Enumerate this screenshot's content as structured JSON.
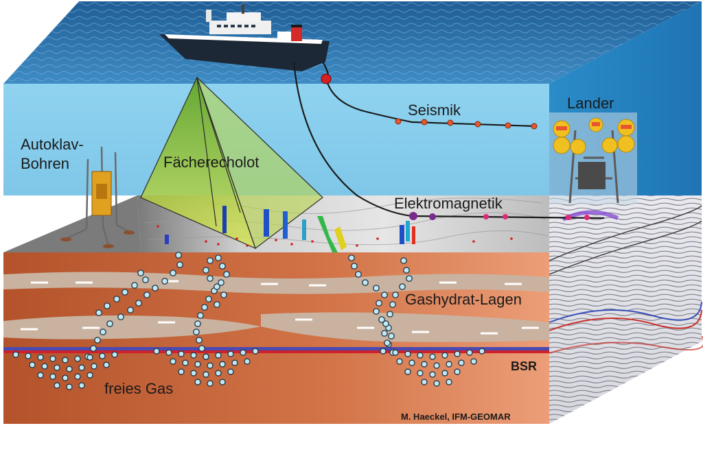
{
  "labels": {
    "seismik": "Seismik",
    "lander": "Lander",
    "autoklav_line1": "Autoklav-",
    "autoklav_line2": "Bohren",
    "faecherecholot": "Fächerecholot",
    "elektromagnetik": "Elektromagnetik",
    "gashydrat": "Gashydrat-Lagen",
    "bsr": "BSR",
    "freies_gas": "freies Gas",
    "credit": "M. Haeckel, IFM-GEOMAR"
  },
  "colors": {
    "sea_surface": "#2b6fa8",
    "water": "#8dd0ee",
    "sediment": "#c9683f",
    "hydrate_layer": "#c9b3a0",
    "bsr_line": "#d0202a",
    "bsr_shadow": "#4a4ab0",
    "bubble": "#bfeaf5",
    "sonar_cone": "#9acd32",
    "cable_marker": "#e8552f",
    "em_marker": "#e0287a"
  },
  "icons": {
    "ship": "research-vessel-icon",
    "lander": "seafloor-lander-icon",
    "autoclave": "autoclave-drill-rig-icon"
  }
}
